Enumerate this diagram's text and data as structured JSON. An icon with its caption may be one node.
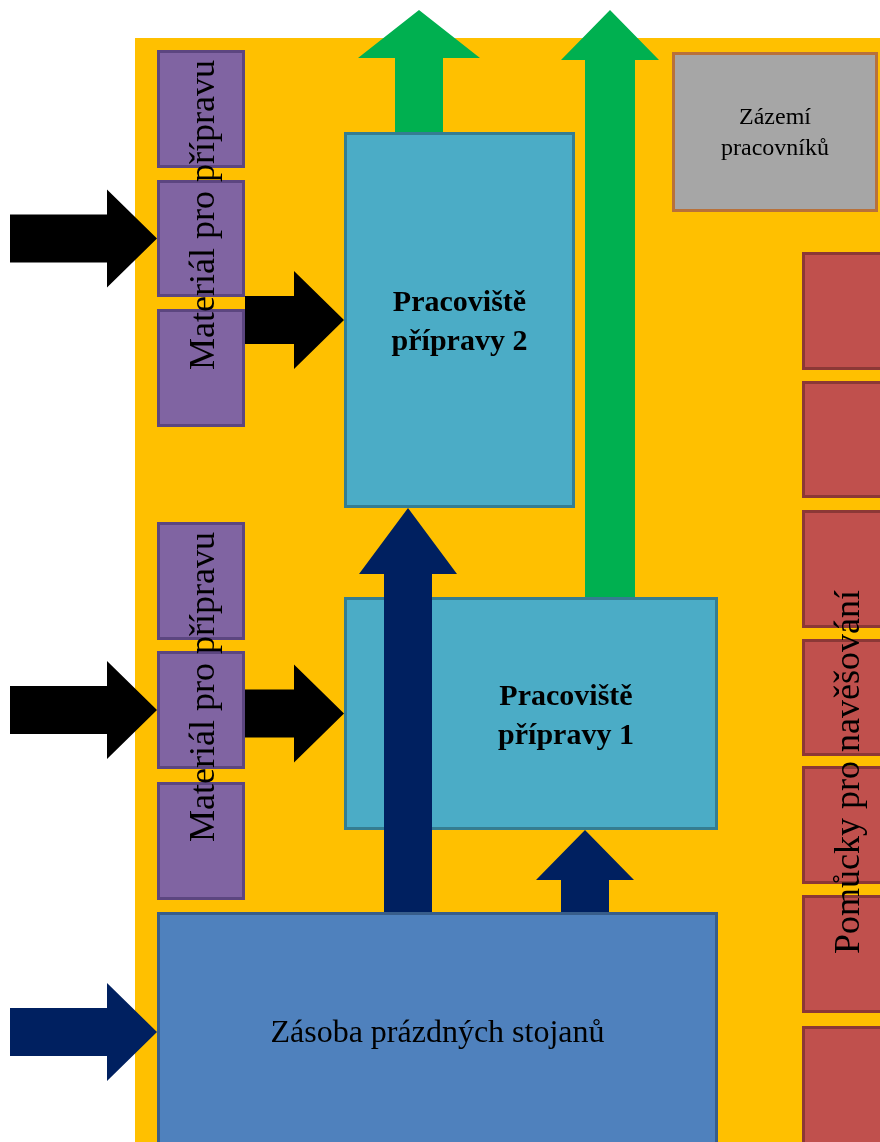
{
  "diagram": {
    "nodes": [
      {
        "text": [],
        "shape": "box"
      },
      {
        "text": [],
        "shape": "box"
      },
      {
        "text": [],
        "shape": "box"
      },
      {
        "text": [
          "Pracoviště přípravy 2"
        ]
      },
      {
        "text": [
          "Zázemí pracovníků"
        ]
      },
      {
        "text": [],
        "shape": "box"
      },
      {
        "text": [],
        "shape": "box"
      },
      {
        "text": [],
        "shape": "box"
      },
      {
        "text": [],
        "shape": "box"
      },
      {
        "text": [],
        "shape": "box"
      },
      {
        "text": [],
        "shape": "box"
      },
      {
        "text": [],
        "shape": "box"
      },
      {
        "text": [],
        "shape": "box"
      },
      {
        "text": [],
        "shape": "box"
      },
      {
        "text": [],
        "shape": "box"
      },
      {
        "text": [
          "Pracoviště přípravy 1"
        ]
      },
      {
        "text": [
          "Zásoba prázdných stojanů"
        ]
      }
    ],
    "edges": [
      {
        "from": null,
        "to": 1,
        "arrow": "to"
      },
      {
        "from": 1,
        "to": 3,
        "arrow": "to"
      },
      {
        "from": 3,
        "to": null,
        "arrow": "to",
        "color": "#00b050"
      },
      {
        "from": 15,
        "to": null,
        "arrow": "to",
        "color": "#00b050"
      },
      {
        "from": 16,
        "to": 3,
        "arrow": "to",
        "color": "#002060"
      },
      {
        "from": null,
        "to": 13,
        "arrow": "to"
      },
      {
        "from": 13,
        "to": 15,
        "arrow": "to"
      },
      {
        "from": 16,
        "to": 15,
        "arrow": "to",
        "color": "#002060"
      },
      {
        "from": null,
        "to": 16,
        "arrow": "to",
        "color": "#002060"
      }
    ],
    "labels": [
      "Materiál pro přípravu",
      "Materiál pro přípravu",
      "Pomůcky pro navěšování"
    ]
  }
}
